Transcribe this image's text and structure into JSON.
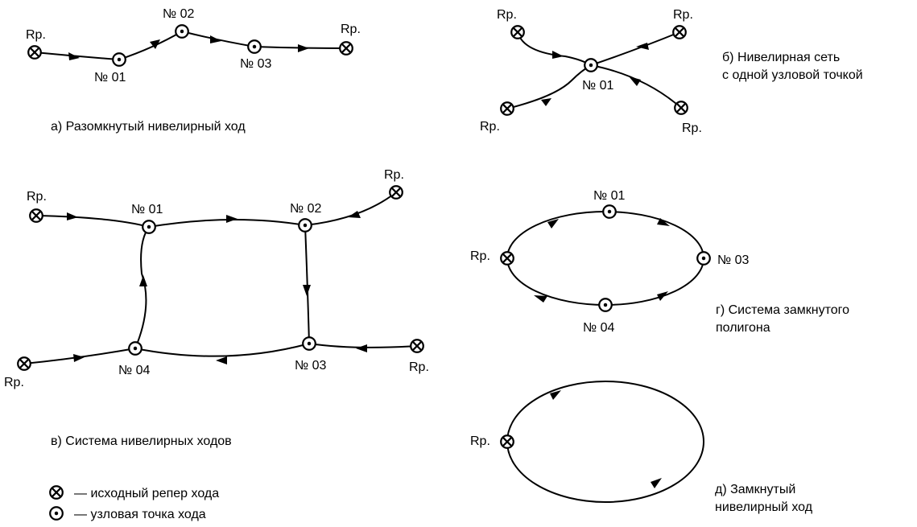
{
  "diagrams": {
    "a": {
      "caption": "а) Разомкнутый нивелирный ход",
      "labels": {
        "rp_start": "Rp.",
        "rp_end": "Rp.",
        "n01": "№ 01",
        "n02": "№ 02",
        "n03": "№ 03"
      }
    },
    "b": {
      "caption_line1": "б) Нивелирная сеть",
      "caption_line2": "с одной узловой точкой",
      "labels": {
        "rp_tl": "Rp.",
        "rp_tr": "Rp.",
        "rp_bl": "Rp.",
        "rp_br": "Rp.",
        "n01": "№ 01"
      }
    },
    "v": {
      "caption": "в) Система нивелирных ходов",
      "labels": {
        "rp_tl": "Rp.",
        "rp_tr": "Rp.",
        "rp_bl": "Rp.",
        "rp_br": "Rp.",
        "n01": "№ 01",
        "n02": "№ 02",
        "n03": "№ 03",
        "n04": "№ 04"
      }
    },
    "g": {
      "caption_line1": "г) Система замкнутого",
      "caption_line2": "полигона",
      "labels": {
        "rp": "Rp.",
        "n01": "№ 01",
        "n03": "№ 03",
        "n04": "№ 04"
      }
    },
    "d": {
      "caption_line1": "д) Замкнутый",
      "caption_line2": "нивелирный ход",
      "labels": {
        "rp": "Rp."
      }
    }
  },
  "legend": {
    "benchmark": "— исходный репер хода",
    "node": "— узловая точка хода"
  },
  "symbols": {
    "benchmark": "crossed-circle-icon",
    "node": "dotted-circle-icon"
  },
  "colors": {
    "ink": "#000000",
    "background": "#ffffff"
  }
}
